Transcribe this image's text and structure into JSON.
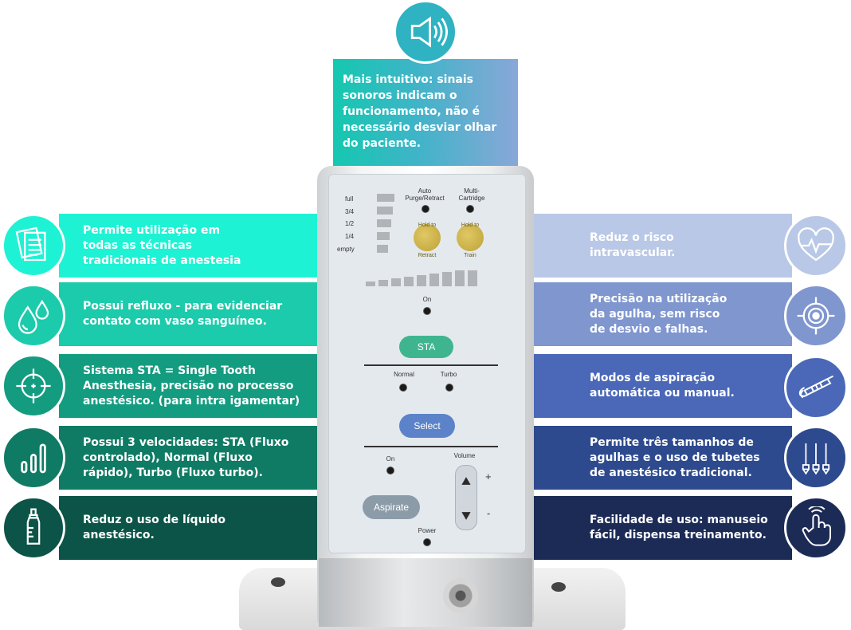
{
  "top": {
    "text": "Mais intuitivo: sinais\nsonoros indicam o\nfuncionamento, não é\nnecessário desviar olhar\ndo paciente.",
    "icon": "speaker-icon",
    "color": "#2fb2c2"
  },
  "left_features": [
    {
      "text": "Permite utilização em\ntodas as técnicas\ntradicionais de anestesia",
      "icon": "documents-icon",
      "color": "#1ef2d4"
    },
    {
      "text": "Possui refluxo - para evidenciar\ncontato com vaso sanguíneo.",
      "icon": "drops-icon",
      "color": "#1ccbab"
    },
    {
      "text": "Sistema STA = Single Tooth\nAnesthesia, precisão no processo\nanestésico. (para intra igamentar)",
      "icon": "target-crosshair-icon",
      "color": "#139c80"
    },
    {
      "text": "Possui 3 velocidades: STA (Fluxo\ncontrolado), Normal (Fluxo\nrápido), Turbo (Fluxo turbo).",
      "icon": "bars-speed-icon",
      "color": "#0f7b64"
    },
    {
      "text": "Reduz o uso de líquido\nanestésico.",
      "icon": "vial-icon",
      "color": "#0b5447"
    }
  ],
  "right_features": [
    {
      "text": "Reduz o risco\nintravascular.",
      "icon": "heart-pulse-icon",
      "color": "#b9c8e6"
    },
    {
      "text": "Precisão na utilização\nda agulha, sem risco\nde desvio e falhas.",
      "icon": "precision-target-icon",
      "color": "#7f96cf"
    },
    {
      "text": "Modos de aspiração\nautomática ou manual.",
      "icon": "syringe-icon",
      "color": "#4a68b7"
    },
    {
      "text": "Permite três tamanhos de\nagulhas e o uso de tubetes\nde anestésico tradicional.",
      "icon": "needles-icon",
      "color": "#2e4a8e"
    },
    {
      "text": "Facilidade de uso: manuseio\nfácil, dispensa treinamento.",
      "icon": "touch-hand-icon",
      "color": "#1c2b56"
    }
  ],
  "device": {
    "level_labels": [
      "full",
      "3/4",
      "1/2",
      "1/4",
      "empty"
    ],
    "auto_purge": "Auto\nPurge/Retract",
    "multi_cartridge": "Multi-\nCartridge",
    "hold_to": "Hold to",
    "retract": "Retract",
    "train": "Train",
    "on_top": "On",
    "sta": "STA",
    "normal": "Normal",
    "turbo": "Turbo",
    "select": "Select",
    "on_low": "On",
    "volume": "Volume",
    "plus": "+",
    "minus": "-",
    "aspirate": "Aspirate",
    "power": "Power"
  }
}
